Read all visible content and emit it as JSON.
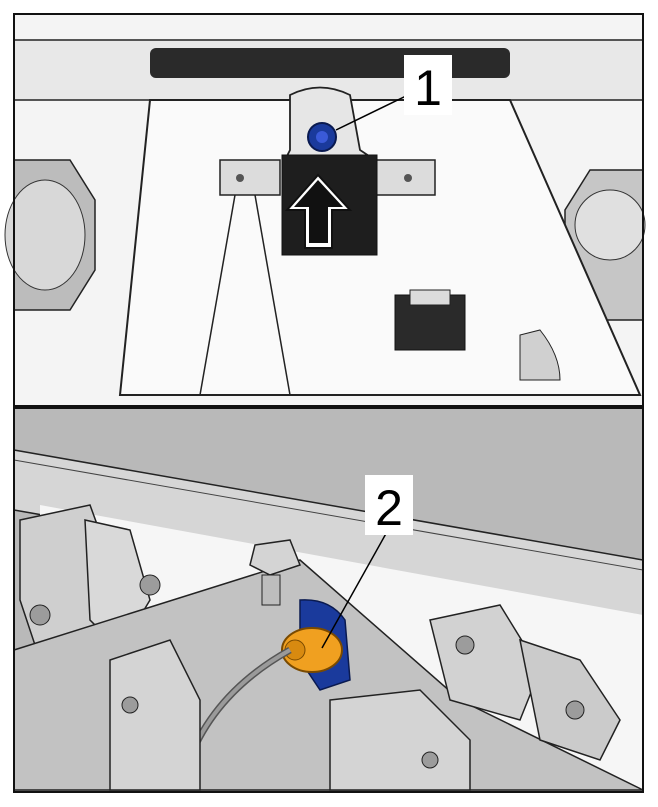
{
  "figure": {
    "panels": [
      {
        "id": "top",
        "callout": "1"
      },
      {
        "id": "bottom",
        "callout": "2"
      }
    ],
    "colors": {
      "outline": "#111111",
      "fastener_blue": "#1a3a9c",
      "connector_orange": "#f0a020",
      "metal_gray": "#c8c8c8",
      "background_gray": "#b8b8b8"
    },
    "icons": [
      "up-arrow-icon"
    ]
  }
}
